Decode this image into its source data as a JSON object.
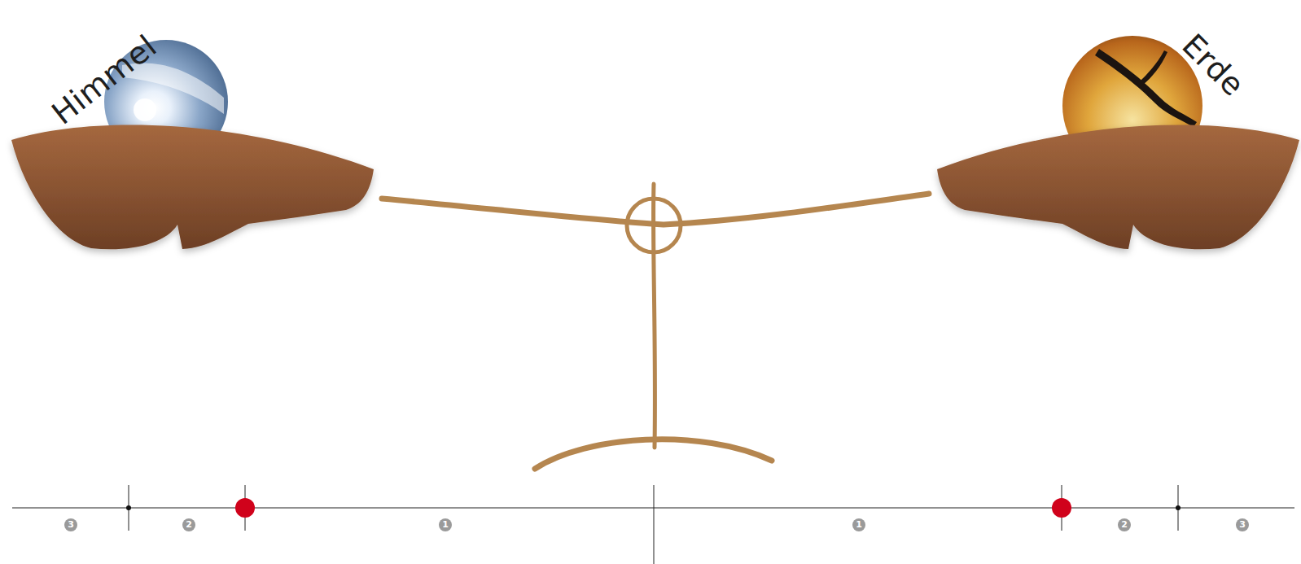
{
  "diagram": {
    "labels": [
      "Himmel",
      "Erde",
      "3",
      "2",
      "1",
      "1",
      "2",
      "3"
    ]
  }
}
